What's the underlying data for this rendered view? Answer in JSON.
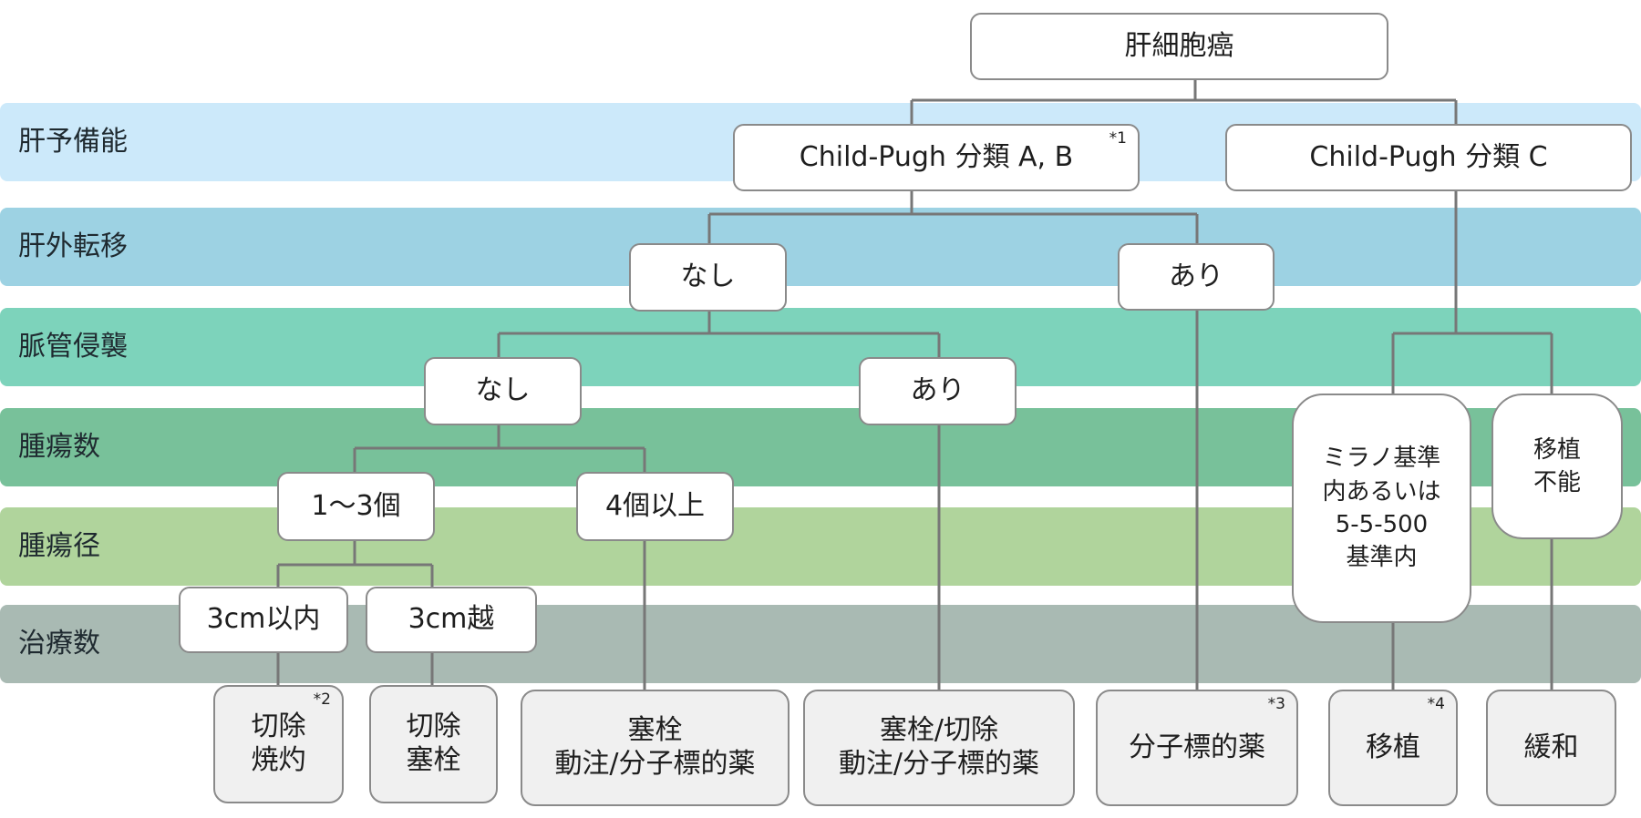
{
  "rows": [
    {
      "id": "liver",
      "label": "肝予備能",
      "color": "#cce9fa"
    },
    {
      "id": "meta",
      "label": "肝外転移",
      "color": "#9dd2e3"
    },
    {
      "id": "vasc",
      "label": "脈管侵襲",
      "color": "#7dd3bb"
    },
    {
      "id": "count",
      "label": "腫瘍数",
      "color": "#78c19a"
    },
    {
      "id": "size",
      "label": "腫瘍径",
      "color": "#b0d49c"
    },
    {
      "id": "treat",
      "label": "治療数",
      "color": "#a9bab3"
    }
  ],
  "nodes": {
    "root": {
      "text": "肝細胞癌"
    },
    "cp_ab": {
      "text": "Child-Pugh 分類 A, B",
      "note": "*1"
    },
    "cp_c": {
      "text": "Child-Pugh 分類 C"
    },
    "meta_no": {
      "text": "なし"
    },
    "meta_yes": {
      "text": "あり"
    },
    "vasc_no": {
      "text": "なし"
    },
    "vasc_yes": {
      "text": "あり"
    },
    "n_1_3": {
      "text": "1〜3個"
    },
    "n_4plus": {
      "text": "4個以上"
    },
    "milan": {
      "text": "ミラノ基準\n内あるいは\n5-5-500\n基準内"
    },
    "no_transplant": {
      "text": "移植\n不能"
    },
    "s_3cm_in": {
      "text": "3cm以内"
    },
    "s_3cm_over": {
      "text": "3cm越"
    },
    "t_resect_ablate": {
      "text": "切除\n焼灼",
      "note": "*2"
    },
    "t_resect_emb": {
      "text": "切除\n塞栓"
    },
    "t_emb_infusion": {
      "text": "塞栓\n動注/分子標的薬"
    },
    "t_emb_resect": {
      "text": "塞栓/切除\n動注/分子標的薬"
    },
    "t_molecular": {
      "text": "分子標的薬",
      "note": "*3"
    },
    "t_transplant": {
      "text": "移植",
      "note": "*4"
    },
    "t_palliative": {
      "text": "緩和"
    }
  },
  "colors": {
    "line": "#777777",
    "node_border": "#8a8a8a",
    "leaf_fill": "#f0f0f0"
  }
}
